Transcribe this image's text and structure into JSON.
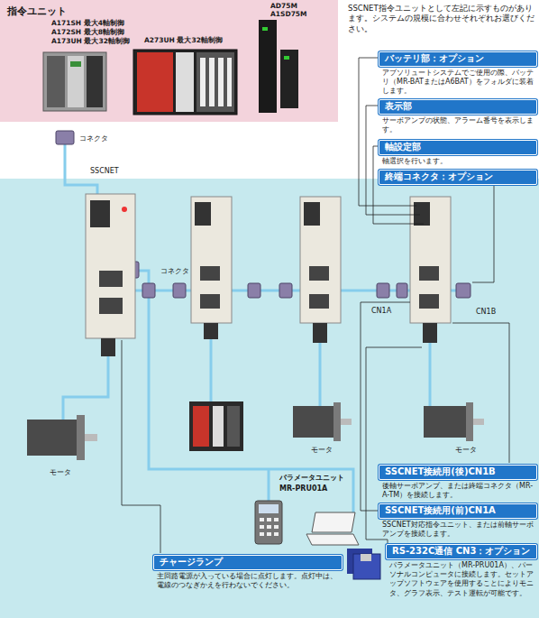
{
  "diagram": {
    "nodes": [
      {
        "text": [
          "指令ユニット"
        ]
      },
      {
        "text": [
          "バッテリ部：オプション",
          "アブソリュートシステムでご使用の際、バッテリ（MR-BATまたはA6BAT）をフォルダに装着します。"
        ]
      },
      {
        "text": [
          "表示部",
          "サーボアンプの状態、アラーム番号を表示します。"
        ]
      },
      {
        "text": [
          "軸設定部",
          "軸選択を行います。"
        ]
      },
      {
        "text": [
          "終端コネクタ：オプション"
        ]
      },
      {
        "text": [
          "SSCNET接続用(後)CN1B",
          "後軸サーボアンプ、または終端コネクタ（MR-A-TM）を接続します。"
        ]
      },
      {
        "text": [
          "SSCNET接続用(前)CN1A",
          "SSCNET対応指令ユニット、または前軸サーボアンプを接続します。"
        ]
      },
      {
        "text": [
          "RS-232C通信 CN3：オプション",
          "パラメータユニット（MR-PRU01A）、パーソナルコンピュータに接続します。セットアップソフトウェアを使用することによりモニタ、グラフ表示、テスト運転が可能です。"
        ]
      },
      {
        "text": [
          "チャージランプ",
          "主回路電源が入っている場合に点灯します。点灯中は、電線のつなぎかえを行わないでください。"
        ]
      }
    ],
    "labels": [
      "A171SH 最大4軸制御",
      "A172SH 最大8軸制御",
      "A173UH 最大32軸制御",
      "A273UH 最大32軸制御",
      "AD75M",
      "A1SD75M",
      "SSCNET指令ユニットとして左記に示すものがあります。システムの規模に合わせそれぞれお選びください。",
      "コネクタ",
      "SSCNET",
      "コネクタ",
      "CN1A",
      "CN1B",
      "モータ",
      "モータ",
      "モータ",
      "パラメータユニット",
      "MR-PRU01A"
    ]
  }
}
